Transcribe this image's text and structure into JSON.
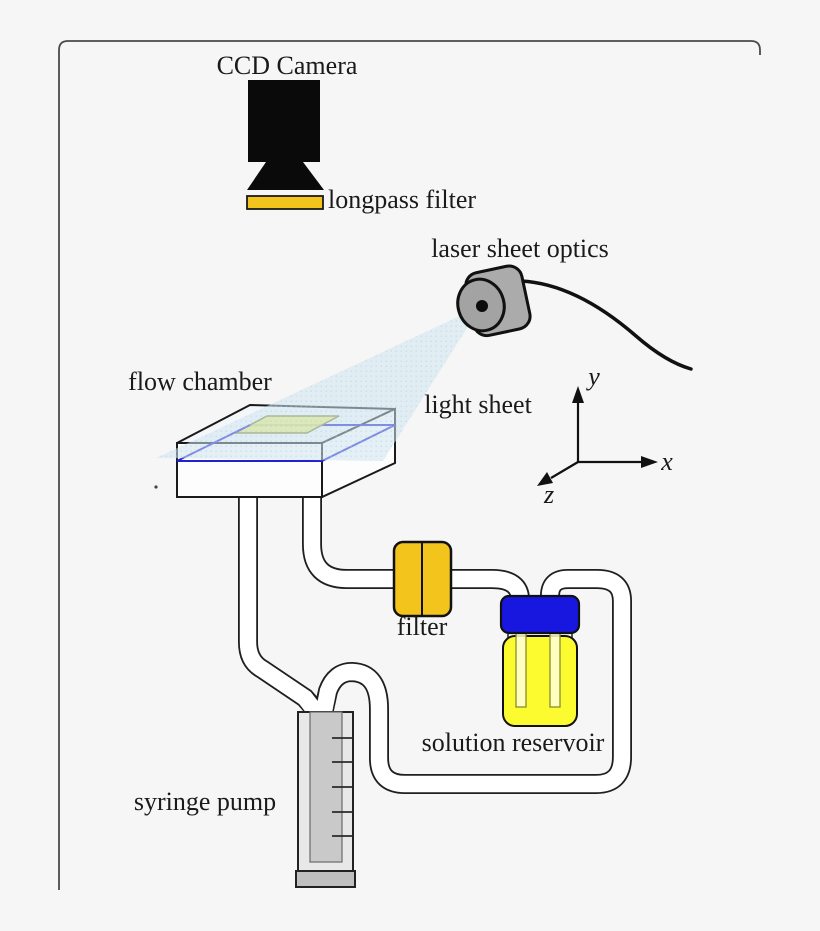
{
  "figure": {
    "title": "fluorescence flow experiment setup diagram",
    "type": "schematic-diagram"
  },
  "labels": {
    "ccd_camera": "CCD Camera",
    "longpass_filter": "longpass filter",
    "laser_sheet_optics": "laser sheet optics",
    "light_sheet": "light sheet",
    "flow_chamber": "flow chamber",
    "filter": "filter",
    "solution_reservoir": "solution reservoir",
    "syringe_pump": "syringe pump",
    "axis_x": "x",
    "axis_y": "y",
    "axis_z": "z"
  },
  "components": [
    "CCD Camera",
    "longpass filter",
    "laser sheet optics",
    "light sheet",
    "flow chamber",
    "filter",
    "solution reservoir",
    "syringe pump",
    "coordinate axes x y z",
    "connecting tubing"
  ],
  "colors": {
    "background": "#f6f6f7",
    "outline": "#1a1a1a",
    "golden_filter": "#f2c41c",
    "reservoir_yellow": "#fbfb2f",
    "reservoir_cap_blue": "#1717df",
    "flow_channel_blue": "#2021cf",
    "chamber_patch_yellow": "#e9ea60",
    "light_sheet_blue": "#cfe5f0",
    "laser_body_gray": "#ababab",
    "syringe_gray": "#e8e8e8",
    "camera_black": "#0a0a0a"
  }
}
